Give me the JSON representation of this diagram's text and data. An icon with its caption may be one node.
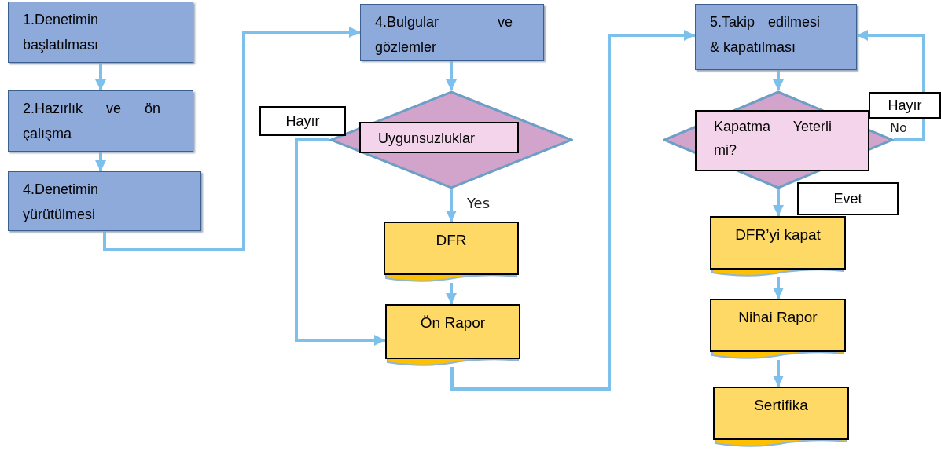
{
  "diagram": {
    "nodes": [
      {
        "text": [
          "1.Denetimin başlatılması"
        ]
      },
      {
        "text": [
          "2.Hazırlık ve ön çalışma"
        ]
      },
      {
        "text": [
          "4.Denetimin yürütülmesi"
        ]
      },
      {
        "text": [
          "4.Bulgular ve gözlemler"
        ]
      },
      {
        "text": [
          "Uygunsuzluklar"
        ]
      },
      {
        "text": [
          "DFR"
        ]
      },
      {
        "text": [
          "Ön Rapor"
        ]
      },
      {
        "text": [
          "5.Takip edilmesi & kapatılması"
        ]
      },
      {
        "text": [
          "Kapatma Yeterli mi?"
        ]
      },
      {
        "text": [
          "DFR’yi kapat"
        ]
      },
      {
        "text": [
          "Nihai Rapor"
        ]
      },
      {
        "text": [
          "Sertifika"
        ]
      }
    ],
    "edges": [
      {
        "from": 0,
        "to": 1,
        "arrow": "to"
      },
      {
        "from": 1,
        "to": 2,
        "arrow": "to"
      },
      {
        "from": 2,
        "to": 3,
        "arrow": "to"
      },
      {
        "from": 3,
        "to": 4,
        "arrow": "to"
      },
      {
        "from": 4,
        "to": 5,
        "arrow": "to",
        "label": "Yes"
      },
      {
        "from": 4,
        "to": 6,
        "arrow": "to",
        "label": "Hayır"
      },
      {
        "from": 5,
        "to": 6,
        "arrow": "to"
      },
      {
        "from": 6,
        "to": 7,
        "arrow": "to"
      },
      {
        "from": 7,
        "to": 8,
        "arrow": "to"
      },
      {
        "from": 8,
        "to": 9,
        "arrow": "to",
        "label": "Evet"
      },
      {
        "from": 8,
        "to": 7,
        "arrow": "to",
        "label": "Hayır"
      },
      {
        "from": 9,
        "to": 10,
        "arrow": "to"
      },
      {
        "from": 10,
        "to": 11,
        "arrow": "to"
      }
    ],
    "labels": [
      "No"
    ]
  }
}
